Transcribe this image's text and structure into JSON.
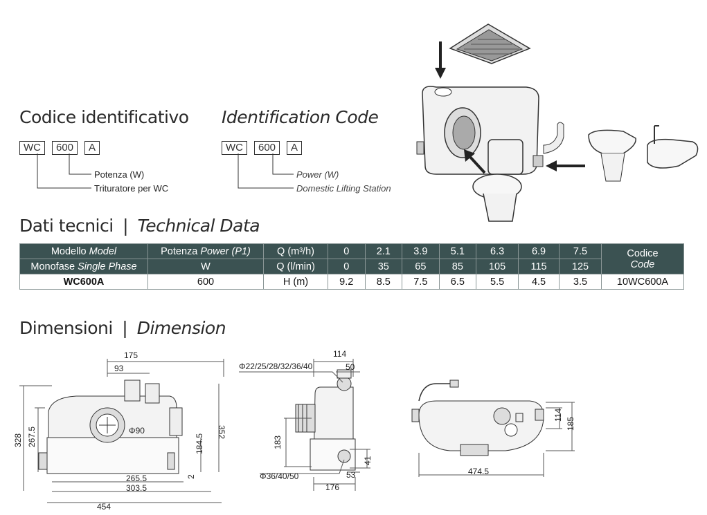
{
  "identification": {
    "title_it": "Codice identificativo",
    "title_en": "Identification Code",
    "boxes": [
      "WC",
      "600",
      "A"
    ],
    "power_it": "Potenza (W)",
    "type_it": "Trituratore per WC",
    "power_en": "Power (W)",
    "type_en": "Domestic Lifting Station"
  },
  "technical": {
    "title_it": "Dati tecnici",
    "separator": "|",
    "title_en": "Technical Data",
    "header1": {
      "model_it": "Modello",
      "model_en": "Model",
      "power_it": "Potenza",
      "power_en": "Power (P1)",
      "q_label": "Q (m³/h)",
      "q_values": [
        "0",
        "2.1",
        "3.9",
        "5.1",
        "6.3",
        "6.9",
        "7.5"
      ],
      "code_it": "Codice",
      "code_en": "Code"
    },
    "header2": {
      "phase_it": "Monofase",
      "phase_en": "Single Phase",
      "power_unit": "W",
      "q_label": "Q (l/min)",
      "q_values": [
        "0",
        "35",
        "65",
        "85",
        "105",
        "115",
        "125"
      ]
    },
    "row": {
      "model": "WC600A",
      "power": "600",
      "h_label": "H (m)",
      "h_values": [
        "9.2",
        "8.5",
        "7.5",
        "6.5",
        "5.5",
        "4.5",
        "3.5"
      ],
      "code": "10WC600A"
    }
  },
  "dimension": {
    "title_it": "Dimensioni",
    "separator": "|",
    "title_en": "Dimension",
    "front": {
      "d175": "175",
      "d93": "93",
      "d90": "Φ90",
      "d328": "328",
      "d267": "267.5",
      "d352": "352",
      "d184": "184.5",
      "d2": "2",
      "d265": "265.5",
      "d303": "303.5",
      "d454": "454"
    },
    "side": {
      "d114": "114",
      "d50": "50",
      "phi_top": "Φ22/25/28/32/36/40",
      "d183": "183",
      "d41": "41",
      "d53": "53",
      "d176": "176",
      "phi_bottom": "Φ36/40/50"
    },
    "top": {
      "d114": "114",
      "d185": "185",
      "d474": "474.5"
    }
  }
}
